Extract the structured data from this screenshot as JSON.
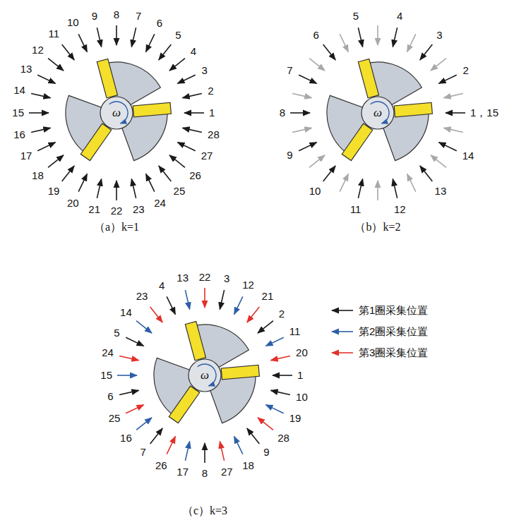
{
  "diagram": {
    "labels": [
      "1",
      "2",
      "3",
      "4",
      "5",
      "6",
      "7",
      "8",
      "9",
      "10",
      "11",
      "12",
      "13",
      "14",
      "15",
      "16",
      "17",
      "18",
      "19",
      "20",
      "21",
      "22",
      "23",
      "24",
      "25",
      "26",
      "27",
      "28",
      "ω",
      "（a）k=1",
      "1，15",
      "2",
      "3",
      "4",
      "5",
      "6",
      "7",
      "8",
      "9",
      "10",
      "11",
      "12",
      "13",
      "14",
      "ω",
      "（b）k=2",
      "1",
      "2",
      "3",
      "4",
      "5",
      "6",
      "7",
      "8",
      "9",
      "10",
      "11",
      "12",
      "13",
      "14",
      "15",
      "16",
      "17",
      "18",
      "19",
      "20",
      "21",
      "22",
      "23",
      "24",
      "25",
      "26",
      "27",
      "28",
      "ω",
      "（c）k=3"
    ],
    "legend": [
      {
        "text": "第1圈采集位置"
      },
      {
        "text": "第2圈采集位置"
      },
      {
        "text": "第3圈采集位置"
      }
    ]
  }
}
